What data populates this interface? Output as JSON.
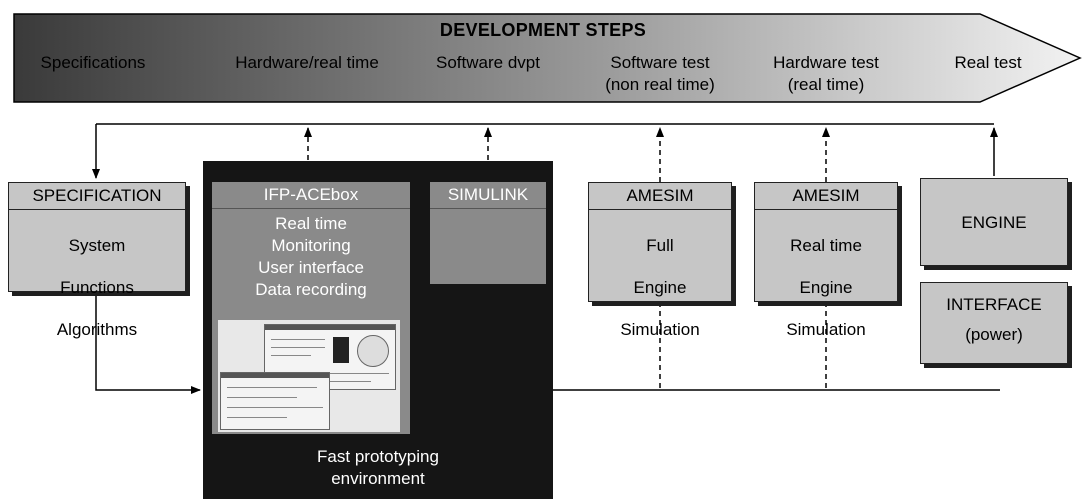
{
  "banner": {
    "title": "DEVELOPMENT STEPS",
    "steps": [
      "Specifications",
      "Hardware/real time",
      "Software dvpt",
      "Software test\n(non real time)",
      "Hardware test\n(real time)",
      "Real test"
    ]
  },
  "specification": {
    "header": "SPECIFICATION",
    "lines": [
      "System",
      "Functions",
      "Algorithms"
    ]
  },
  "fast_prototyping": {
    "label": "Fast prototyping\nenvironment",
    "ifp": {
      "header": "IFP-ACEbox",
      "lines": [
        "Real time",
        "Monitoring",
        "User interface",
        "Data recording"
      ]
    },
    "simulink": {
      "header": "SIMULINK"
    }
  },
  "amesim_full": {
    "header": "AMESIM",
    "lines": [
      "Full",
      "Engine",
      "Simulation"
    ]
  },
  "amesim_rt": {
    "header": "AMESIM",
    "lines": [
      "Real time",
      "Engine",
      "Simulation"
    ]
  },
  "engine": {
    "label": "ENGINE"
  },
  "interface": {
    "lines": [
      "INTERFACE",
      "(power)"
    ]
  },
  "colors": {
    "banner_dark": "#3a3a3a",
    "banner_light": "#f2f2f2",
    "box_fill": "#c6c6c6",
    "panel": "#151515",
    "inner_box": "#8a8a8a"
  }
}
